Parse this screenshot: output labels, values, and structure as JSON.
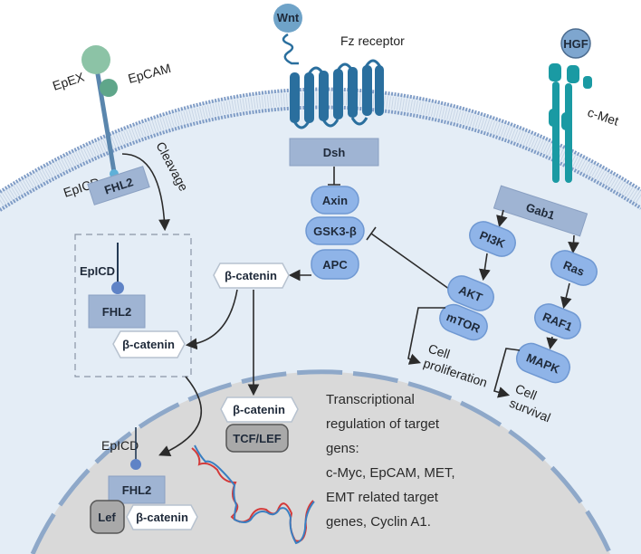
{
  "colors": {
    "cytoplasm": "#e4edf6",
    "nucleus": "#d9d9d9",
    "membrane": "#7f9cc6",
    "node": "#8fb4e8",
    "receptor": "#2a6f9e",
    "cmet": "#1a9aa3",
    "epcam": "#7fbf9f",
    "dna_red": "#d33a3a",
    "dna_blue": "#3a7fc1"
  },
  "ligands": {
    "wnt": "Wnt",
    "hgf": "HGF"
  },
  "receptors": {
    "fz": "Fz receptor",
    "cmet": "c-Met",
    "epex": "EpEX",
    "epcam": "EpCAM",
    "epicd": "EpICD"
  },
  "labels": {
    "cleavage": "Cleavage",
    "cell_proliferation": [
      "Cell",
      "proliferation"
    ],
    "cell_survival": [
      "Cell",
      "survival"
    ]
  },
  "nodes": {
    "dsh": "Dsh",
    "axin": "Axin",
    "gsk3b": "GSK3-β",
    "apc": "APC",
    "gab1": "Gab1",
    "pi3k": "PI3K",
    "ras": "Ras",
    "akt": "AKT",
    "mtor": "mTOR",
    "raf1": "RAF1",
    "mapk": "MAPK",
    "fhl2": "FHL2",
    "beta_catenin": "β-catenin",
    "tcf_lef": "TCF/LEF",
    "lef": "Lef",
    "epicd": "EpICD"
  },
  "transcription_text": [
    "Transcriptional",
    "regulation of target",
    "gens:",
    "c-Myc, EpCAM, MET,",
    "EMT related target",
    "genes, Cyclin A1."
  ]
}
